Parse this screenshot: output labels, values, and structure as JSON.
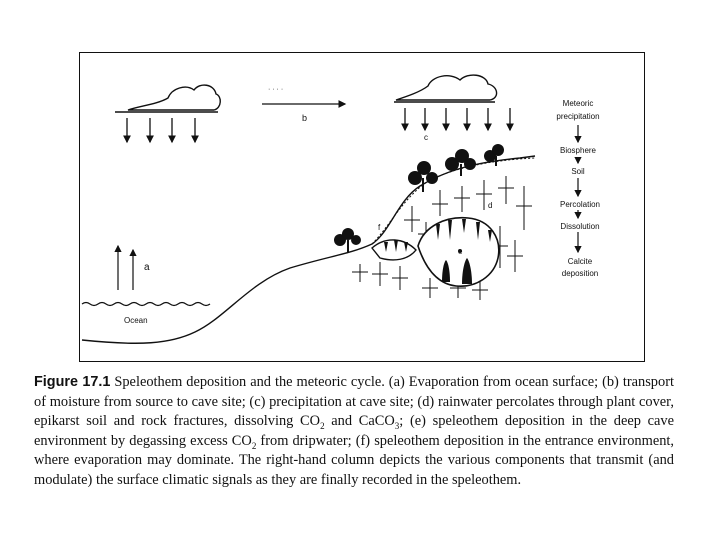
{
  "figure": {
    "labels": {
      "a": "a",
      "b": "b",
      "c": "c",
      "d": "d",
      "e": "e",
      "f": "f",
      "ocean": "Ocean"
    },
    "column": [
      "Meteoric",
      "precipitation",
      "Biosphere",
      "Soil",
      "Percolation",
      "Dissolution",
      "Calcite",
      "deposition"
    ]
  },
  "caption": {
    "figure_label": "Figure 17.1",
    "line1": "Speleothem deposition and the meteoric cycle. (a) Evaporation from ocean",
    "line2": "surface; (b) transport of moisture from source to cave site; (c) precipitation at cave site; (d)",
    "line3a": "rainwater percolates through plant cover, epikarst soil and rock fractures, dissolving CO",
    "line3_sub": "2",
    "line3b": " and",
    "line4a": "CaCO",
    "line4_sub1": "3",
    "line4b": "; (e) speleothem deposition in the deep cave environment by degassing excess CO",
    "line4_sub2": "2",
    "line5": "from dripwater; (f) speleothem deposition in the entrance environment, where evaporation",
    "line6": "may dominate. The right-hand column depicts the various components that transmit (and",
    "line7": "modulate) the surface climatic signals as they are finally recorded in the speleothem."
  }
}
